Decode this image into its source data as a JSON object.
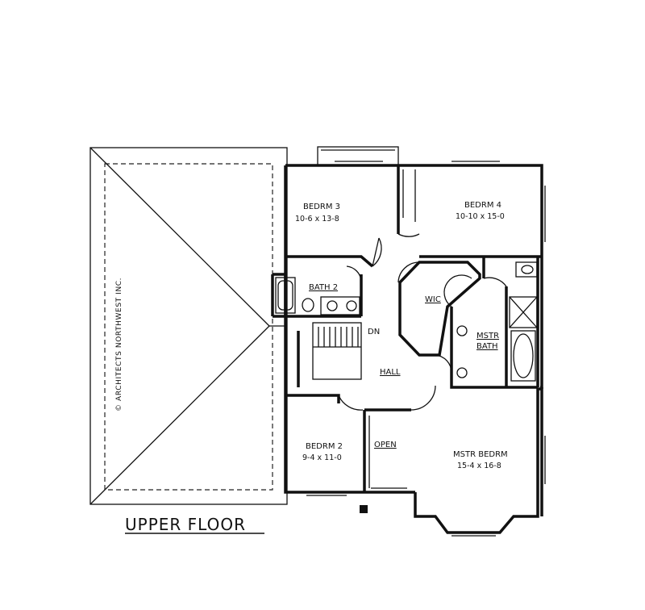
{
  "title": "UPPER FLOOR",
  "copyright": "© ARCHITECTS NORTHWEST INC.",
  "rooms": {
    "bedrm3": {
      "name": "BEDRM 3",
      "size": "10-6 x 13-8"
    },
    "bedrm4": {
      "name": "BEDRM 4",
      "size": "10-10 x 15-0"
    },
    "bath2": {
      "name": "BATH 2"
    },
    "wic": {
      "name": "WIC"
    },
    "mstr_bath": {
      "name_line1": "MSTR",
      "name_line2": "BATH"
    },
    "hall": {
      "name": "HALL"
    },
    "dn": {
      "name": "DN"
    },
    "bedrm2": {
      "name": "BEDRM 2",
      "size": "9-4 x 11-0"
    },
    "open": {
      "name": "OPEN"
    },
    "mstr_bedrm": {
      "name": "MSTR BEDRM",
      "size": "15-4 x 16-8"
    }
  }
}
